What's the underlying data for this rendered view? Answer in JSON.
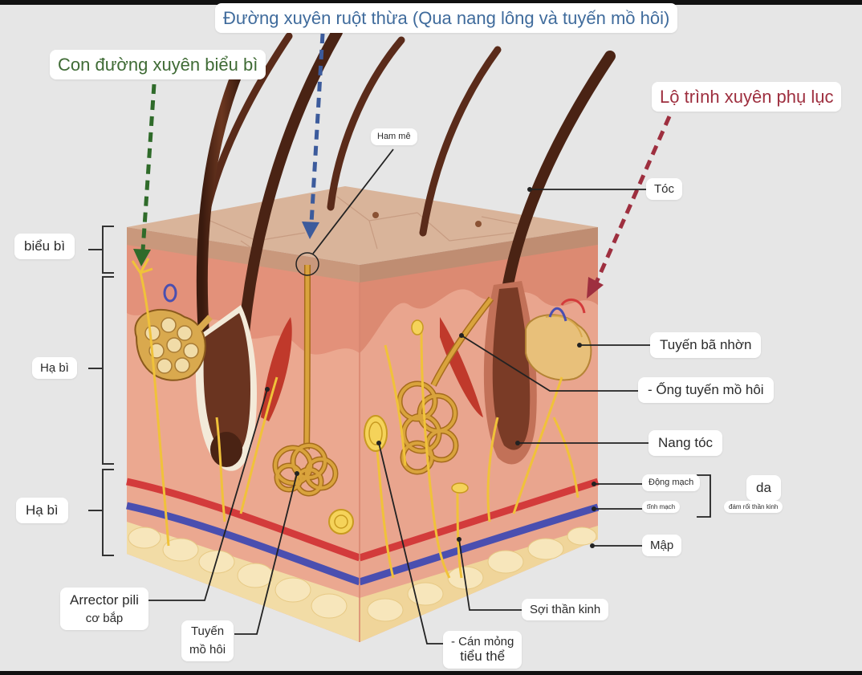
{
  "pathways": {
    "appendageal_route": "Đường xuyên ruột thừa (Qua nang lông và tuyến mồ hôi)",
    "transepidermal_route": "Con đường xuyên biểu bì",
    "follicular_route": "Lộ trình xuyên phụ lục"
  },
  "layers": {
    "epidermis": "biểu bì",
    "dermis": "Hạ bì",
    "hypodermis": "Hạ bì"
  },
  "labels": {
    "pore": "Ham mê",
    "hair": "Tóc",
    "sebaceous_gland": "Tuyến bã nhờn",
    "sweat_duct": "- Ống tuyến mồ hôi",
    "hair_follicle": "Nang tóc",
    "artery": "Động mạch",
    "vein": "tĩnh mạch",
    "skin": "da",
    "nerve_plexus": "đám rối thần kinh",
    "fat": "Mập",
    "nerve_fiber": "Sợi thần kinh",
    "pacinian_line1": "- Cán mỏng",
    "pacinian_line2": "tiểu thể",
    "sweat_gland_line1": "Tuyến",
    "sweat_gland_line2": "mồ hôi",
    "arrector_line1": "Arrector pili",
    "arrector_line2": "cơ bắp"
  },
  "colors": {
    "background": "#e6e6e6",
    "green_arrow": "#2f6b2a",
    "blue_arrow": "#3c5b9c",
    "red_arrow": "#9e2f3f",
    "epidermis": "#d9b49a",
    "dermis": "#e8a48c",
    "fat": "#f2dca6",
    "artery": "#d33b3b",
    "vein": "#4a4fb0",
    "hair": "#5a2b1a",
    "nerve": "#f0c23a"
  }
}
